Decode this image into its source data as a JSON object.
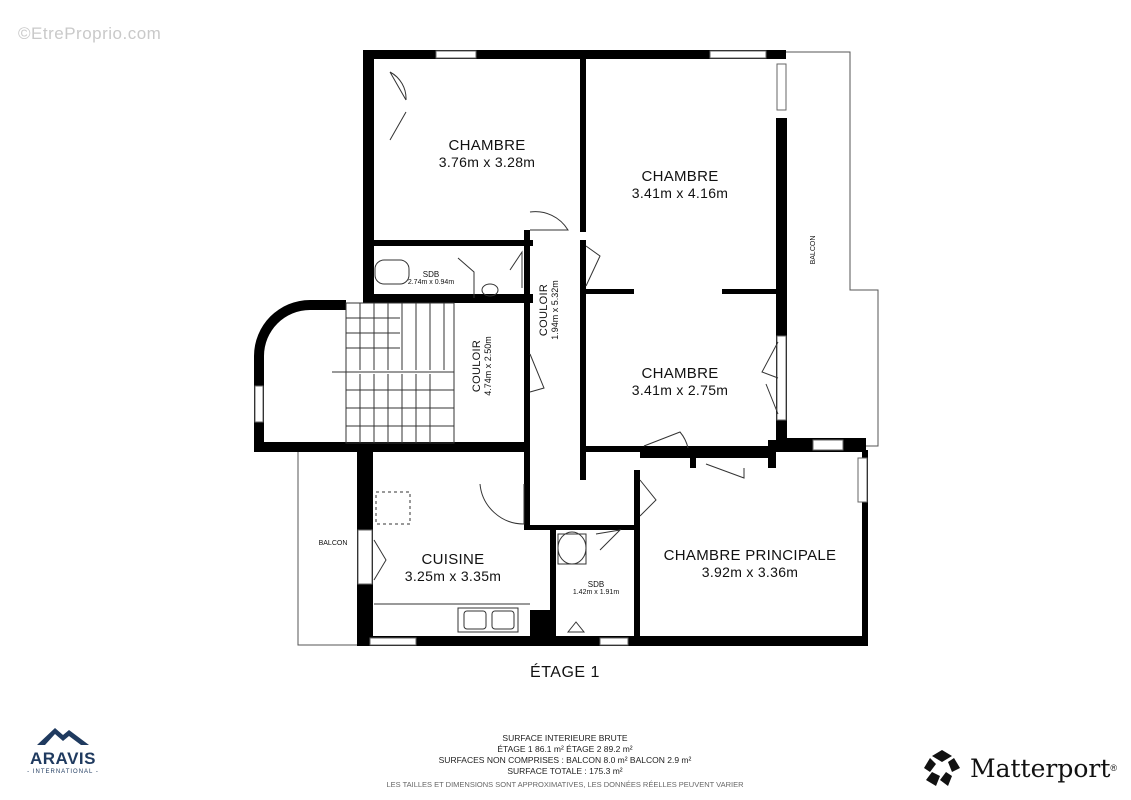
{
  "watermark": "©EtreProprio.com",
  "rooms": {
    "chambre_a": {
      "name": "CHAMBRE",
      "dims": "3.76m x 3.28m"
    },
    "chambre_b": {
      "name": "CHAMBRE",
      "dims": "3.41m x 4.16m"
    },
    "chambre_c": {
      "name": "CHAMBRE",
      "dims": "3.41m x 2.75m"
    },
    "sdb_top": {
      "name": "SDB",
      "dims": "2.74m x 0.94m"
    },
    "couloir_v": {
      "name": "COULOIR",
      "dims": "1.94m x 5.32m"
    },
    "couloir_s": {
      "name": "COULOIR",
      "dims": "4.74m x 2.50m"
    },
    "balcon_right": {
      "name": "BALCON"
    },
    "balcon_left": {
      "name": "BALCON"
    },
    "cuisine": {
      "name": "CUISINE",
      "dims": "3.25m x 3.35m"
    },
    "sdb_bottom": {
      "name": "SDB",
      "dims": "1.42m x 1.91m"
    },
    "chambre_principale": {
      "name": "CHAMBRE PRINCIPALE",
      "dims": "3.92m x 3.36m"
    }
  },
  "floor_title": "ÉTAGE 1",
  "summary": {
    "line1": "SURFACE INTERIEURE BRUTE",
    "line2": "ÉTAGE 1  86.1 m²    ÉTAGE 2  89.2 m²",
    "line3": "SURFACES NON COMPRISES :  BALCON 8.0 m²    BALCON 2.9 m²",
    "line4": "SURFACE TOTALE :  175.3 m²",
    "disclaimer": "LES TAILLES ET DIMENSIONS SONT APPROXIMATIVES, LES DONNÉES RÉELLES PEUVENT VARIER"
  },
  "logos": {
    "aravis_name": "ARAVIS",
    "aravis_sub": "- INTERNATIONAL -",
    "matterport_name": "Matterport",
    "matterport_mark": "®"
  },
  "colors": {
    "wall": "#000000",
    "thin": "#444444",
    "aravis": "#1f3a5f"
  }
}
